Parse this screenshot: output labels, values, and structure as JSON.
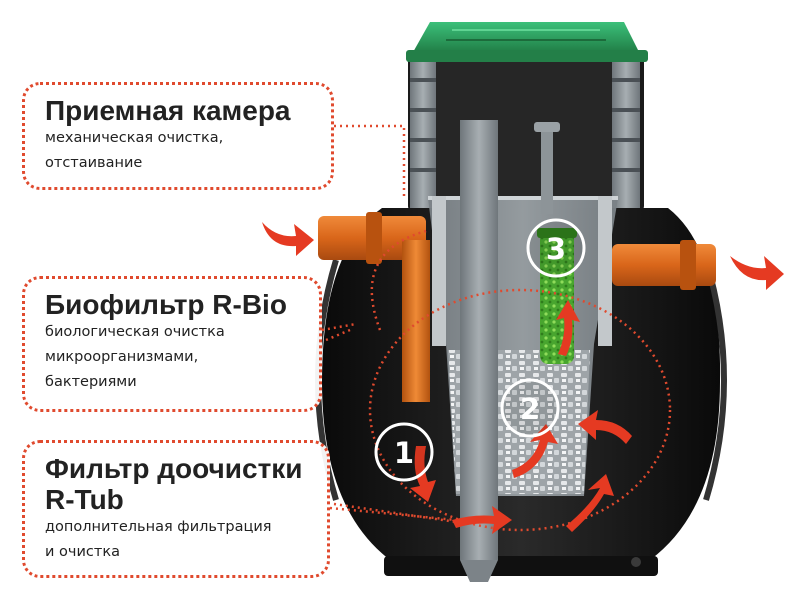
{
  "callouts": [
    {
      "title": "Приемная камера",
      "description": [
        "механическая очистка,",
        "отстаивание"
      ]
    },
    {
      "title": "Биофильтр R-Bio",
      "description": [
        "биологическая очистка",
        "микроорганизмами,",
        "бактериями"
      ]
    },
    {
      "title_lines": [
        "Фильтр доочистки",
        "R-Tub"
      ],
      "description": [
        "дополнительная фильтрация",
        "и очистка"
      ]
    }
  ],
  "steps": [
    "1",
    "2",
    "3"
  ],
  "colors": {
    "callout_border": "#e04a2e",
    "flow_arrow": "#e53a22",
    "pipe_orange": "#e2701e",
    "lid_green": "#2e9e5a",
    "tank_black": "#141414",
    "filter_green": "#4fb535"
  },
  "icons": [
    "inlet-arrow-icon",
    "outlet-arrow-icon",
    "flow-arrow-icon"
  ]
}
